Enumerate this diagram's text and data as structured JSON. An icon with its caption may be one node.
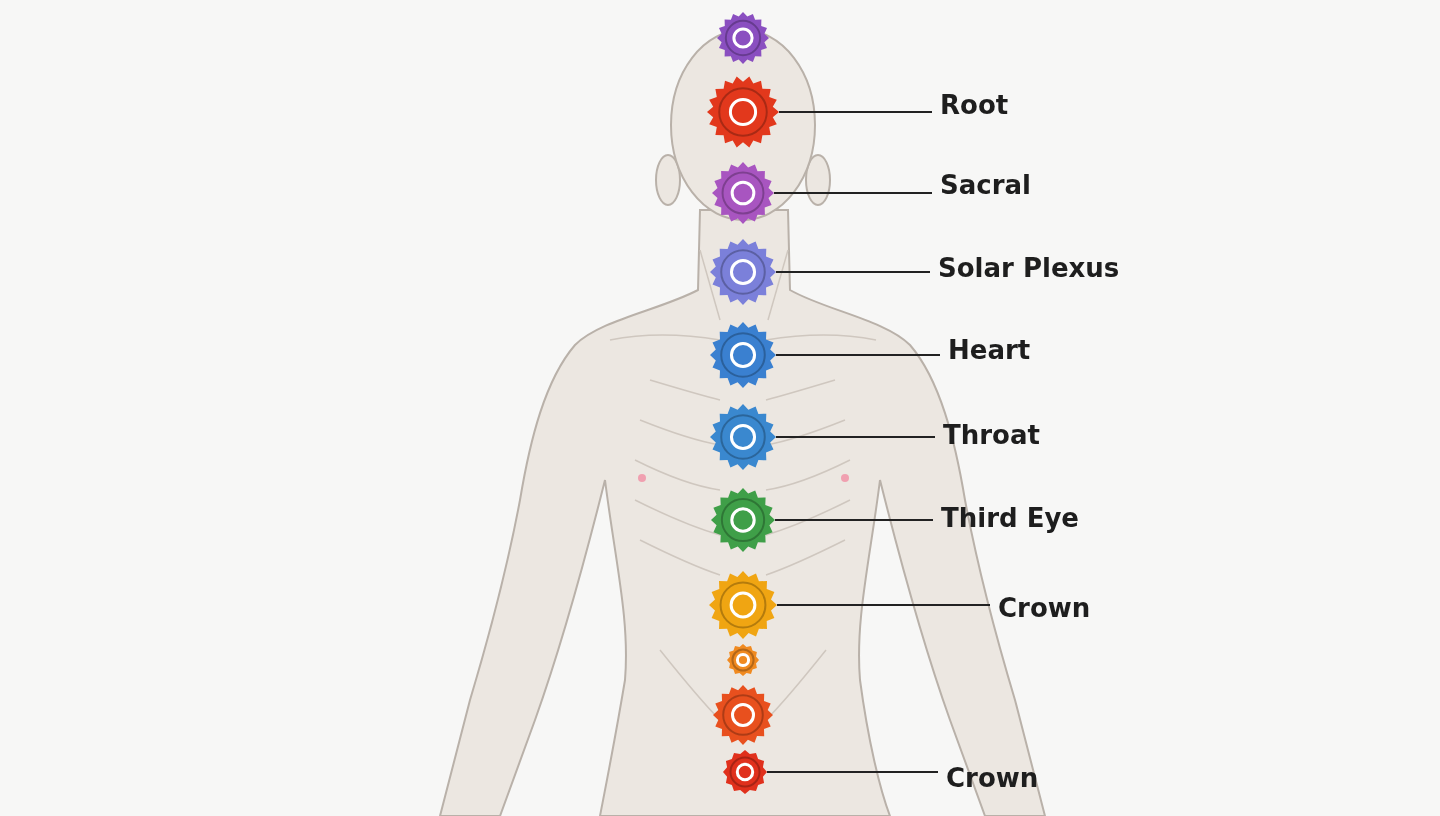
{
  "diagram": {
    "nodes": [
      {
        "text": [
          "Root"
        ]
      },
      {
        "text": [
          "Sacral"
        ]
      },
      {
        "text": [
          "Solar Plexus"
        ]
      },
      {
        "text": [
          "Heart"
        ]
      },
      {
        "text": [
          "Throat"
        ]
      },
      {
        "text": [
          "Third Eye"
        ]
      },
      {
        "text": [
          "Crown"
        ]
      },
      {
        "text": [
          "Crown"
        ]
      },
      {
        "text": [],
        "shape": "picture"
      },
      {
        "text": [],
        "shape": "picture"
      },
      {
        "text": [],
        "shape": "picture"
      },
      {
        "text": [],
        "shape": "picture"
      },
      {
        "text": [],
        "shape": "picture"
      },
      {
        "text": [],
        "shape": "picture"
      },
      {
        "text": [],
        "shape": "picture"
      },
      {
        "text": [],
        "shape": "picture"
      }
    ],
    "edges": [
      {
        "from": 0,
        "to": 8,
        "arrow": "none"
      },
      {
        "from": 1,
        "to": 9,
        "arrow": "none"
      },
      {
        "from": 2,
        "to": 10,
        "arrow": "none"
      },
      {
        "from": 3,
        "to": 11,
        "arrow": "none"
      },
      {
        "from": 4,
        "to": 12,
        "arrow": "none"
      },
      {
        "from": 5,
        "to": 13,
        "arrow": "none"
      },
      {
        "from": 6,
        "to": 14,
        "arrow": "none"
      },
      {
        "from": 7,
        "to": 15,
        "arrow": "none"
      }
    ]
  }
}
